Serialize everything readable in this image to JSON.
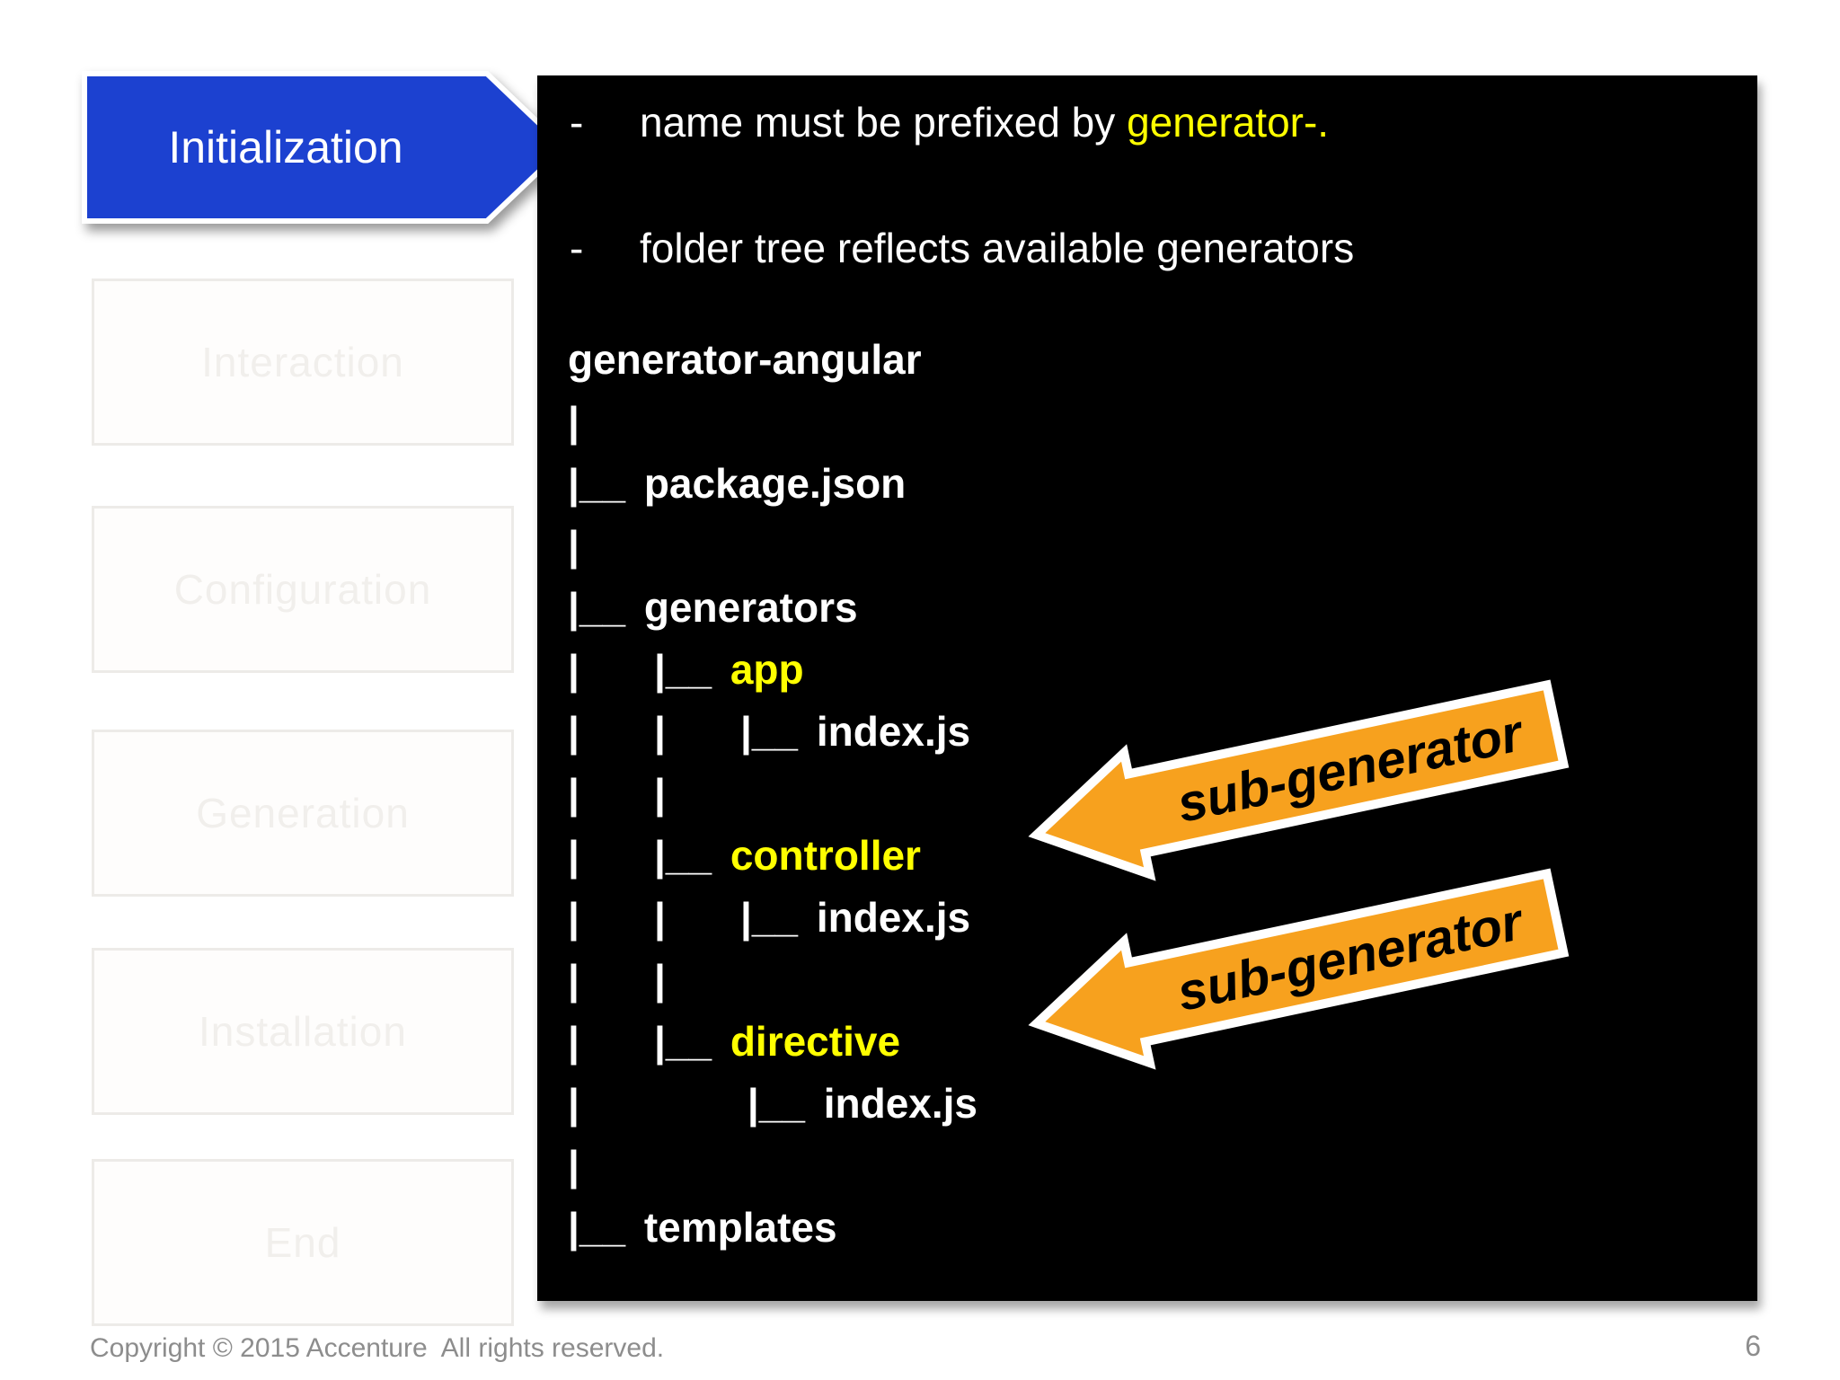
{
  "sidebar": {
    "active_step": {
      "label": "Initialization",
      "fill_color": "#1c41d0",
      "text_color": "#ffffff"
    },
    "steps": [
      {
        "label": "Interaction"
      },
      {
        "label": "Configuration"
      },
      {
        "label": "Generation"
      },
      {
        "label": "Installation"
      },
      {
        "label": "End"
      }
    ]
  },
  "panel": {
    "background": "#000000",
    "bullets": [
      {
        "dash": "-",
        "text": "name must be prefixed by ",
        "highlight": "generator-.",
        "highlight_color": "#ffff00"
      },
      {
        "dash": "-",
        "text": "folder tree reflects available generators",
        "highlight": "",
        "highlight_color": ""
      }
    ],
    "tree": {
      "lines": [
        {
          "pre": "",
          "label": "generator-angular",
          "yellow": false
        },
        {
          "pre": "|",
          "label": "",
          "yellow": false
        },
        {
          "pre": "|__ ",
          "label": "package.json",
          "yellow": false
        },
        {
          "pre": "|",
          "label": "",
          "yellow": false
        },
        {
          "pre": "|__ ",
          "label": "generators",
          "yellow": false
        },
        {
          "pre": "|    |__ ",
          "label": "app",
          "yellow": true
        },
        {
          "pre": "|    |    |__ ",
          "label": "index.js",
          "yellow": false
        },
        {
          "pre": "|    |",
          "label": "",
          "yellow": false
        },
        {
          "pre": "|    |__ ",
          "label": "controller",
          "yellow": true
        },
        {
          "pre": "|    |    |__ ",
          "label": "index.js",
          "yellow": false
        },
        {
          "pre": "|    |",
          "label": "",
          "yellow": false
        },
        {
          "pre": "|    |__ ",
          "label": "directive",
          "yellow": true
        },
        {
          "pre": "|         |__ ",
          "label": "index.js",
          "yellow": false
        },
        {
          "pre": "|",
          "label": "",
          "yellow": false
        },
        {
          "pre": "|__ ",
          "label": "templates",
          "yellow": false
        }
      ]
    },
    "callouts": [
      {
        "label": "sub-generator"
      },
      {
        "label": "sub-generator"
      }
    ],
    "callout_fill": "#f7a11e",
    "callout_text_color": "#000000"
  },
  "footer": {
    "copyright": "Copyright © 2015 Accenture  All rights reserved.",
    "page_number": "6"
  }
}
